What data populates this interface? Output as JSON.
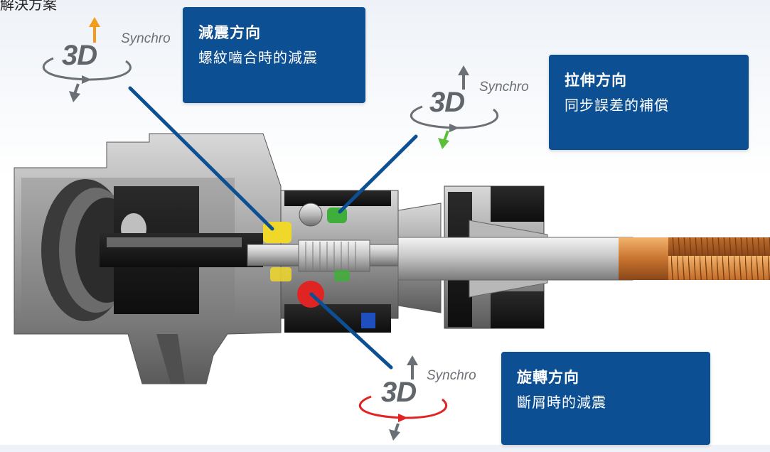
{
  "header": {
    "caption": "解決方案"
  },
  "logo_text": {
    "three_d": "3D",
    "synchro": "Synchro"
  },
  "callouts": {
    "damping": {
      "title": "減震方向",
      "description": "螺紋嚙合時的減震"
    },
    "tension": {
      "title": "拉伸方向",
      "description": "同步誤差的補償"
    },
    "rotation": {
      "title": "旋轉方向",
      "description": "斷屑時的減震"
    }
  },
  "colors": {
    "callout_bg": "#0d4f93",
    "connector_line": "#0d4f93",
    "damping_marker": "#f0d82a",
    "tension_marker": "#3fae3a",
    "rotation_marker": "#e02424",
    "damping_arrow": "#f39c1a",
    "tension_arrow": "#5cbf3a",
    "rotation_ring": "#e02424",
    "tap_thread": "#d2843c"
  },
  "icons": [
    "damping-direction-logo",
    "tension-direction-logo",
    "rotation-direction-logo"
  ]
}
